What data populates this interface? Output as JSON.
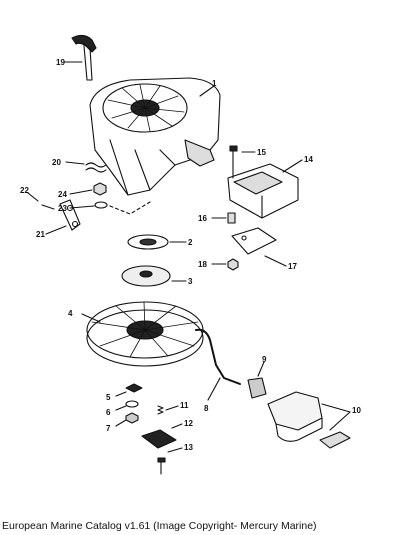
{
  "caption": "European Marine Catalog v1.61 (Image Copyright- Mercury Marine)",
  "callouts": [
    {
      "id": "c1",
      "text": "1"
    },
    {
      "id": "c2",
      "text": "2"
    },
    {
      "id": "c3",
      "text": "3"
    },
    {
      "id": "c4",
      "text": "4"
    },
    {
      "id": "c5",
      "text": "5"
    },
    {
      "id": "c6",
      "text": "6"
    },
    {
      "id": "c7",
      "text": "7"
    },
    {
      "id": "c8",
      "text": "8"
    },
    {
      "id": "c9",
      "text": "9"
    },
    {
      "id": "c10",
      "text": "10"
    },
    {
      "id": "c11",
      "text": "11"
    },
    {
      "id": "c12",
      "text": "12"
    },
    {
      "id": "c13",
      "text": "13"
    },
    {
      "id": "c14",
      "text": "14"
    },
    {
      "id": "c15",
      "text": "15"
    },
    {
      "id": "c16",
      "text": "16"
    },
    {
      "id": "c17",
      "text": "17"
    },
    {
      "id": "c18",
      "text": "18"
    },
    {
      "id": "c19",
      "text": "19"
    },
    {
      "id": "c20",
      "text": "20"
    },
    {
      "id": "c21",
      "text": "21"
    },
    {
      "id": "c22",
      "text": "22"
    },
    {
      "id": "c23",
      "text": "23"
    },
    {
      "id": "c24",
      "text": "24"
    }
  ]
}
